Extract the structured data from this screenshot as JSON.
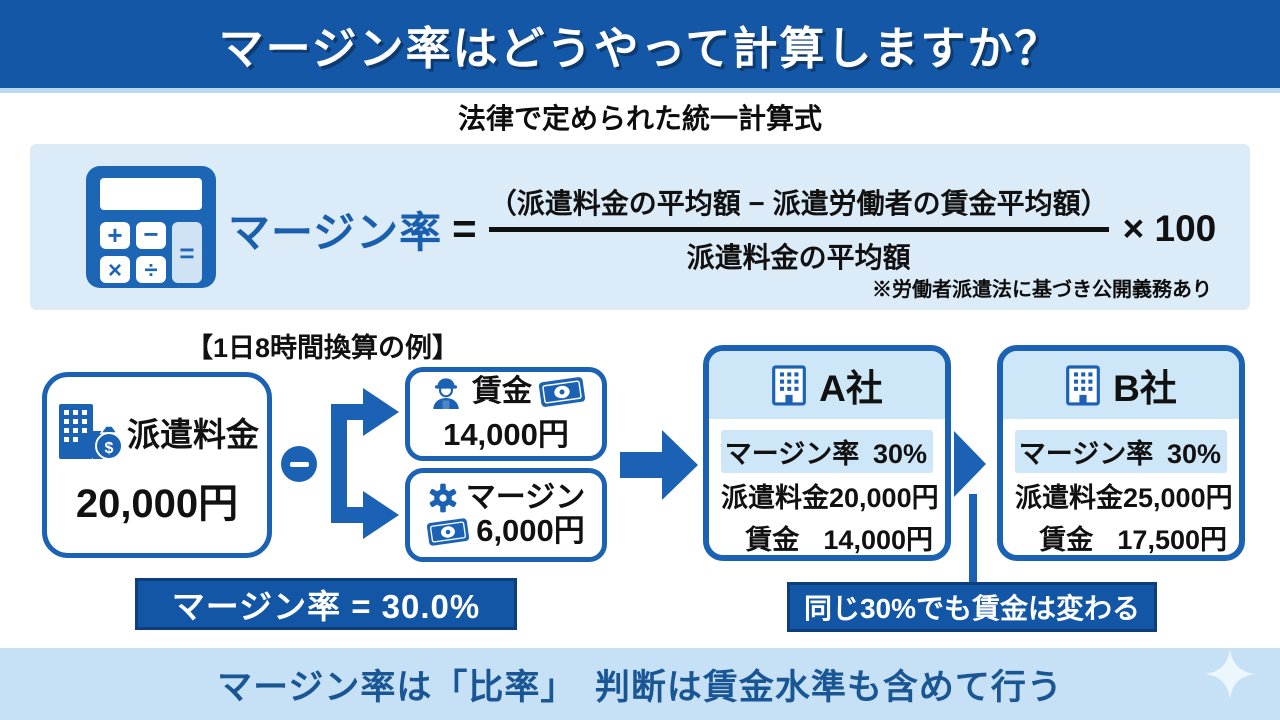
{
  "page": {
    "title": "マージン率はどうやって計算しますか？",
    "subtitle": "法律で定められた統一計算式",
    "footer": "マージン率は「比率」　判断は賃金水準も含めて行う"
  },
  "formula": {
    "lhs": "マージン率",
    "equals": "=",
    "numerator": "（派遣料金の平均額 − 派遣労働者の賃金平均額）",
    "denominator": "派遣料金の平均額",
    "multiplier": "× 100",
    "note": "※労働者派遣法に基づき公開義務あり",
    "icon": "calculator-icon"
  },
  "example": {
    "title": "【1日8時間換算の例】",
    "source": {
      "label": "派遣料金",
      "value": "20,000円",
      "icon": "building-moneybag-icon"
    },
    "operator": "−",
    "wage": {
      "label": "賃金",
      "value": "14,000円",
      "icons": [
        "worker-icon",
        "banknote-icon"
      ]
    },
    "margin": {
      "label": "マージン",
      "value": "6,000円",
      "icons": [
        "gear-icon",
        "banknote-icon"
      ]
    },
    "result": "マージン率 = 30.0%"
  },
  "companies": [
    {
      "name": "A社",
      "icon": "building-icon",
      "rows": [
        {
          "label": "マージン率",
          "value": "30%"
        },
        {
          "label": "派遣料金",
          "value": "20,000円"
        },
        {
          "label": "賃金",
          "value": "14,000円"
        }
      ]
    },
    {
      "name": "B社",
      "icon": "building-icon",
      "rows": [
        {
          "label": "マージン率",
          "value": "30%"
        },
        {
          "label": "派遣料金",
          "value": "25,000円"
        },
        {
          "label": "賃金",
          "value": "17,500円"
        }
      ]
    }
  ],
  "callout": "同じ30%でも賃金は変わる",
  "icons": {
    "sparkle": "sparkle-icon",
    "minus": "minus-icon",
    "flow_arrow": "arrow-right-icon"
  },
  "colors": {
    "header_blue": "#1457a6",
    "accent_blue": "#1b62b5",
    "formula_bg": "#dcebf8",
    "row_highlight": "#cde6f8",
    "footer_bg": "#c6e0f5",
    "footer_text": "#1a5694",
    "callout_bg": "#1256a5",
    "lhs_blue": "#1a5fad"
  }
}
